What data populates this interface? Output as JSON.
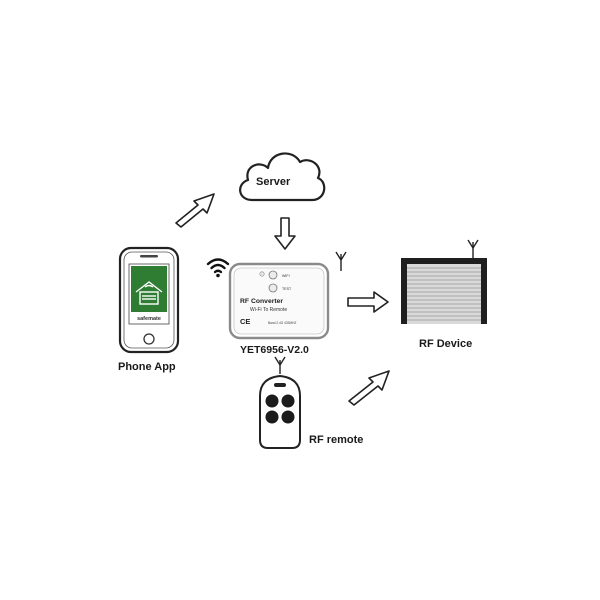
{
  "server": {
    "label": "Server"
  },
  "phone": {
    "label": "Phone App",
    "brand": "safemate",
    "screen_color": "#2e7d32"
  },
  "converter": {
    "title": "RF Converter",
    "subtitle": "Wi-Fi To Remote",
    "model": "YET6956-V2.0",
    "button_top": "WIFI",
    "button_bottom": "TEST",
    "ce_mark": "CE",
    "band_text": "Band:2.4G 433MHZ"
  },
  "rf_device": {
    "label": "RF Device"
  },
  "rf_remote": {
    "label": "RF remote"
  },
  "icons": [
    "cloud-icon",
    "wifi-icon",
    "antenna-icon",
    "arrow-icon",
    "garage-door-icon",
    "remote-icon"
  ]
}
